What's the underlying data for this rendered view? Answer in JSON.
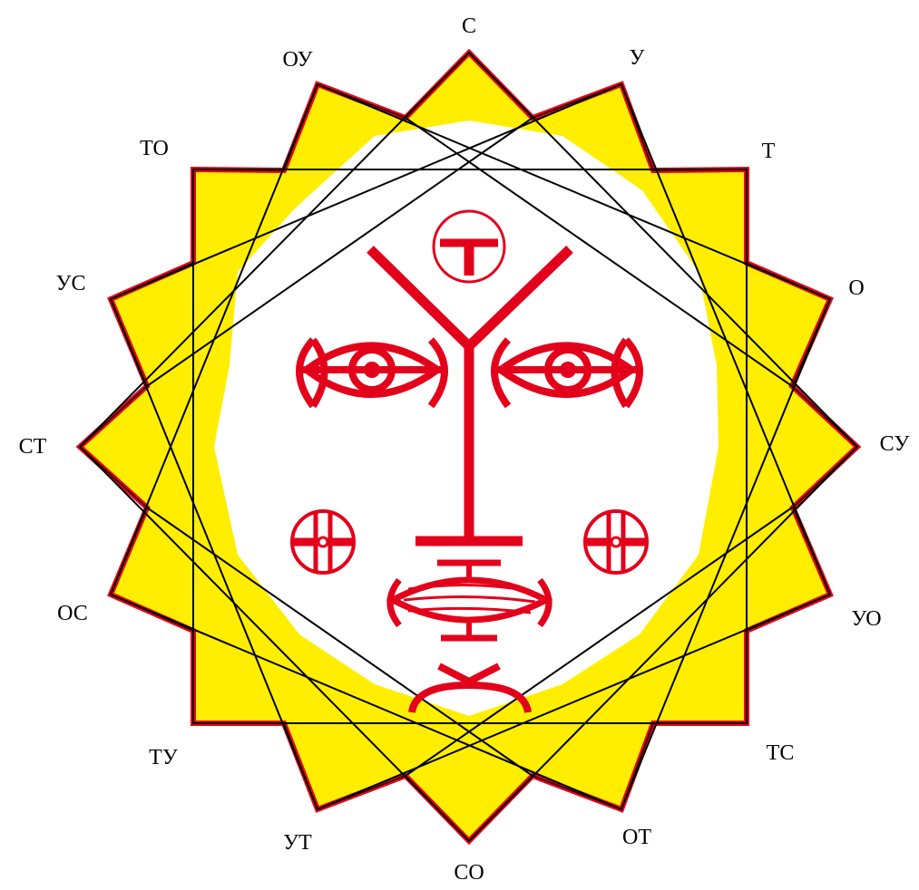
{
  "colors": {
    "star_fill": "#ffee00",
    "star_stroke": "#e8001c",
    "face_red": "#e3001b",
    "lines": "#000000",
    "background": "#ffffff"
  },
  "labels": {
    "s": "С",
    "u": "У",
    "t": "Т",
    "o": "О",
    "su": "СУ",
    "yo": "УО",
    "ts": "ТС",
    "ot": "ОТ",
    "so": "СО",
    "ut": "УТ",
    "tu": "ТУ",
    "os": "ОС",
    "st": "СТ",
    "us": "УС",
    "to": "ТО",
    "ou": "ОУ"
  },
  "face": {
    "forehead_symbol": "T-in-circle",
    "eyes": 2,
    "cheeks": 2
  }
}
